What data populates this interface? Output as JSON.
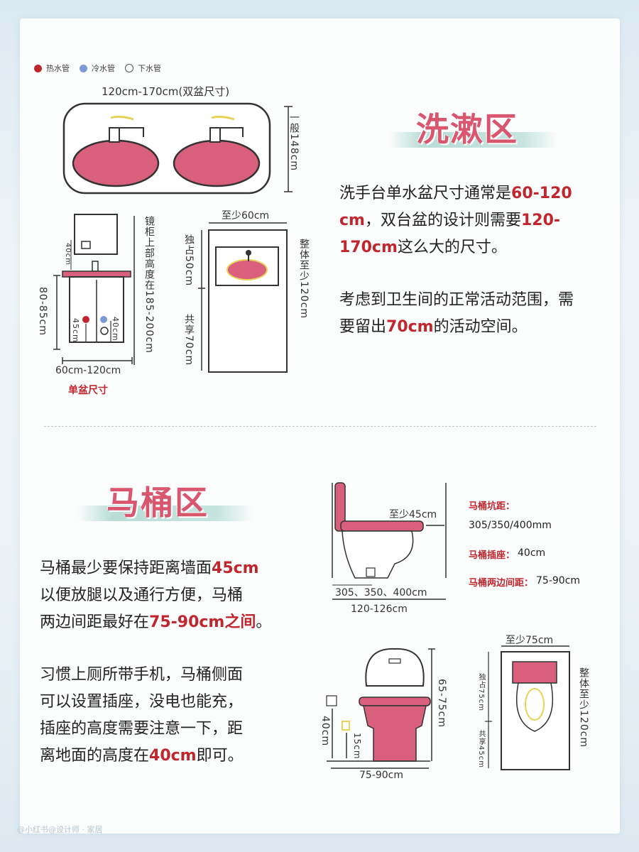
{
  "legend": {
    "hot": "热水管",
    "cold": "冷水管",
    "drain": "下水管"
  },
  "colors": {
    "accent_pink": "#d9607d",
    "highlight_red": "#c0262d",
    "hot_dot": "#c0262d",
    "cold_dot": "#7d9ad6",
    "basin_pink": "#d9607d",
    "ribbon_teal": "#b9dcd6"
  },
  "wash": {
    "heading": "洗漱区",
    "double_basin": {
      "width_label": "120cm-170cm(双盆尺寸)",
      "height_label": "一般148cm"
    },
    "single_basin": {
      "mirror_height_label": "镜柜上部高度在185-200cm",
      "gap_label": "40cm",
      "counter_height_label": "80-85cm",
      "pipe_height_label": "45cm",
      "drain_height_label": "40cm",
      "width_label": "60cm-120cm",
      "caption": "单盆尺寸"
    },
    "plan": {
      "min_width_label": "至少60cm",
      "solo_label": "独占50cm",
      "shared_label": "共享70cm",
      "total_label": "整体至少120cm"
    },
    "para1": {
      "t1": "洗手台单水盆尺寸通常是",
      "h1": "60-120",
      "h2": "cm",
      "t2": "，双台盆的设计则需要",
      "h3": "120-",
      "h4": "170cm",
      "t3": "这么大的尺寸。"
    },
    "para2": {
      "t1": "考虑到卫生间的正常活动范围，需",
      "t2": "要留出",
      "h1": "70cm",
      "t3": "的活动空间。"
    }
  },
  "toilet": {
    "heading": "马桶区",
    "para1": {
      "t1": "马桶最少要保持距离墙面",
      "h1": "45cm",
      "t2": "以便放腿以及通行方便，马桶",
      "t3": "两边间距最好在",
      "h2": "75-90cm之间",
      "t4": "。"
    },
    "para2": {
      "l1": "习惯上厕所带手机，马桶侧面",
      "l2": "可以设置插座，没电也能充，",
      "l3": "插座的高度需要注意一下，距",
      "l4": "离地面的高度在",
      "h1": "40cm",
      "l5": "即可。"
    },
    "side_view": {
      "min_front_label": "至少45cm",
      "pit_label": "305、350、400cm",
      "width_label": "120-126cm"
    },
    "specs": {
      "pit_title": "马桶坑距：",
      "pit_value": "305/350/400mm",
      "socket_title": "马桶插座：",
      "socket_value": "40cm",
      "spacing_title": "马桶两边间距：",
      "spacing_value": "75-90cm"
    },
    "front_view": {
      "height_label": "65-75cm",
      "socket_height_label": "40cm",
      "small_height_label": "15cm",
      "width_label": "75-90cm"
    },
    "plan_view": {
      "min_width_label": "至少75cm",
      "solo_label": "独占75cm",
      "shared_label": "共享45cm",
      "total_label": "整体至少120cm"
    }
  },
  "watermark": "@小红书@设计师 · 家居"
}
